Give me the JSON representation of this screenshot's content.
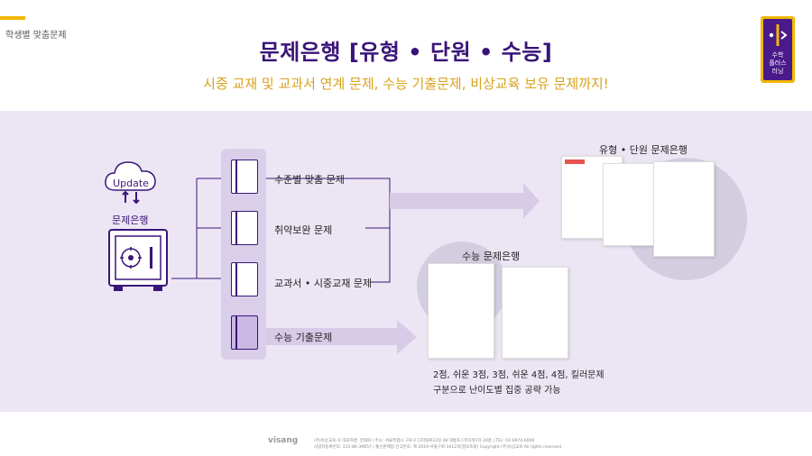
{
  "header": {
    "breadcrumb": "학생별 맞춤문제",
    "title": "문제은행 [유형 • 단원 • 수능]",
    "subtitle": "시중 교재 및 교과서 연계 문제, 수능 기출문제, 비상교육 보유 문제까지!"
  },
  "badge": {
    "line1": "수학",
    "line2": "플러스",
    "line3": "러닝"
  },
  "diagram": {
    "cloud_label": "Update",
    "bank_label": "문제은행",
    "categories": [
      {
        "label": "수준별 맞춤 문제"
      },
      {
        "label": "취약보완 문제"
      },
      {
        "label": "교과서 • 시중교재 문제"
      },
      {
        "label": "수능 기출문제"
      }
    ],
    "type_bank_title": "유형 • 단원 문제은행",
    "suneung_bank_title": "수능 문제은행",
    "note_line1": "2점, 쉬운 3점, 3점, 쉬운 4점, 4점, 킬러문제",
    "note_line2": "구분으로 난이도별 집중 공략 가능"
  },
  "footer": {
    "logo": "visang",
    "line1": "(주)비상교육 사  대표자명: 양태회  |  주소: 서울특별시 구로구 디지털로33길 48 대륭포스트타워7차 20층  |  TEL: 02-6970-6000",
    "line2": "사업자등록번호: 215-86-39657  |  통신판매업 신고번호: 제 2019-서울구로-1612호[정보조회]    Copyright (주)비상교육 All rights reserved."
  },
  "colors": {
    "primary": "#3a1578",
    "accent": "#f2b705",
    "band": "#ece6f4",
    "arrow": "#d7cbe8"
  }
}
